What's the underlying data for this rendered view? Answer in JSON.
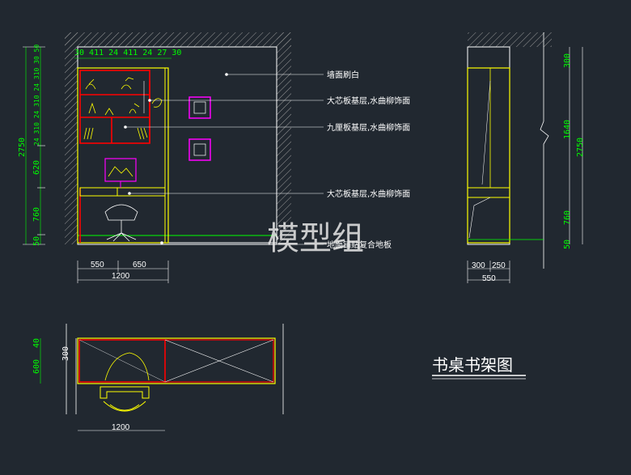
{
  "title": "书桌书架图",
  "watermark": "模型组",
  "callouts": [
    "墙面刷白",
    "大芯板基层,水曲柳饰面",
    "九厘板基层,水曲柳饰面",
    "大芯板基层,水曲柳饰面",
    "地面铺贴复合地板"
  ],
  "front_elevation": {
    "top_dims": "30 411 24 411 24 27 30",
    "left_dims": [
      "50",
      "760",
      "620",
      "24 310 24 310 24 310 30 50",
      "2750"
    ],
    "bottom_dims": [
      "550",
      "650",
      "1200"
    ]
  },
  "side_elevation": {
    "right_dims": [
      "300",
      "1640",
      "760",
      "50",
      "2750"
    ],
    "bottom_dims": [
      "300",
      "250",
      "550"
    ]
  },
  "plan": {
    "left_dims": [
      "40",
      "300",
      "600"
    ],
    "bottom_dims": [
      "1200"
    ]
  },
  "colors": {
    "background": "#212830",
    "outline": "#ffff00",
    "shelf": "#ff0000",
    "dimension": "#00ff00",
    "object": "#ff00ff"
  }
}
